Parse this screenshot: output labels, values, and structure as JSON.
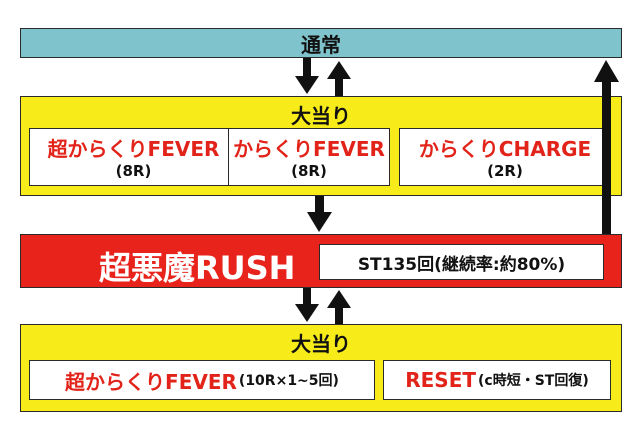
{
  "normal": {
    "label": "通常"
  },
  "jackpot_top": {
    "title": "大当り",
    "cards": [
      {
        "name": "超からくりFEVER",
        "rounds": "(8R)"
      },
      {
        "name": "からくりFEVER",
        "rounds": "(8R)"
      },
      {
        "name": "からくりCHARGE",
        "rounds": "(2R)"
      }
    ]
  },
  "rush": {
    "label": "超悪魔RUSH",
    "st_info": "ST135回(継続率:約80%)"
  },
  "jackpot_bottom": {
    "title": "大当り",
    "left_main": "超からくりFEVER",
    "left_detail": "(10R×1~5回)",
    "right_main": "RESET",
    "right_detail": "(c時短・ST回復)"
  },
  "colors": {
    "normal_bg": "#7fc4cc",
    "panel_bg": "#f7ec1a",
    "rush_bg": "#e8231c",
    "accent_text": "#e2231a"
  }
}
